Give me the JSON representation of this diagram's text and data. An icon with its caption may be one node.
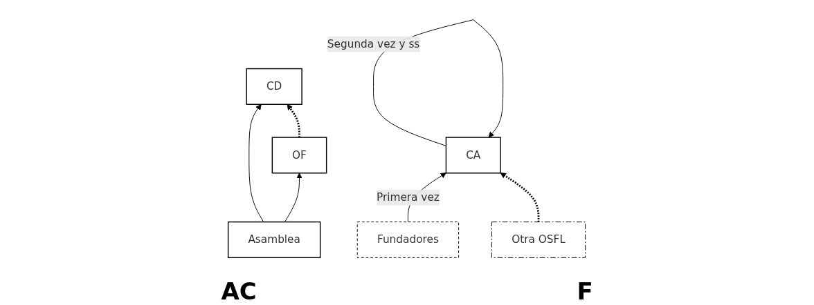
{
  "diagram": {
    "nodes": [
      {
        "text": [
          "CD"
        ]
      },
      {
        "text": [
          "OF"
        ]
      },
      {
        "text": [
          "Asamblea"
        ]
      },
      {
        "text": [
          "CA"
        ]
      },
      {
        "text": [
          "Otra OSFL"
        ]
      },
      {
        "text": [
          "Fundadores"
        ]
      }
    ],
    "edges": [
      {
        "from": 2,
        "to": 0,
        "arrow": "to"
      },
      {
        "from": 2,
        "to": 1,
        "arrow": "to"
      },
      {
        "from": 1,
        "to": 0,
        "arrow": "to",
        "style": "dashed"
      },
      {
        "from": 5,
        "to": 3,
        "arrow": "to",
        "label": "Primera vez"
      },
      {
        "from": 4,
        "to": 3,
        "arrow": "to",
        "style": "dashed"
      },
      {
        "from": 3,
        "to": 3,
        "arrow": "to",
        "label": "Segunda vez y ss"
      }
    ],
    "labels": [
      "AC",
      "F"
    ]
  }
}
